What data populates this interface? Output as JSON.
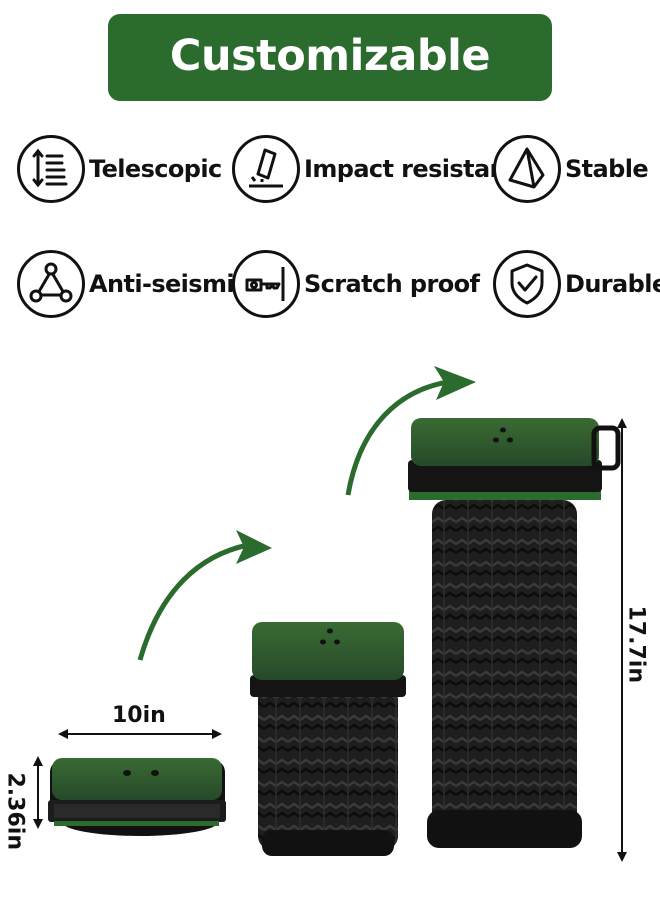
{
  "header": {
    "title": "Customizable height"
  },
  "features": [
    {
      "label": "Telescopic",
      "icon": "telescopic-icon"
    },
    {
      "label": "Impact resistance",
      "icon": "impact-icon"
    },
    {
      "label": "Stable",
      "icon": "pyramid-icon"
    },
    {
      "label": "Anti-seismic",
      "icon": "triangle-nodes-icon"
    },
    {
      "label": "Scratch proof",
      "icon": "key-scratch-icon"
    },
    {
      "label": "Durable",
      "icon": "shield-check-icon"
    }
  ],
  "dimensions": {
    "width": "10in",
    "folded_height": "2.36in",
    "extended_height": "17.7in"
  },
  "colors": {
    "brand_green": "#2c6b2e",
    "seat_green": "#2f5e2d",
    "body_black": "#1a1a1a"
  }
}
